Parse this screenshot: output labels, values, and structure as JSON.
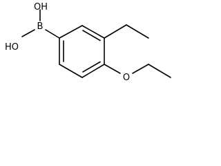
{
  "molecule": {
    "atoms": {
      "oh_top": "OH",
      "oh_bottom": "HO",
      "boron": "B",
      "oxygen": "O"
    }
  },
  "colors": {
    "bond": "#000000",
    "background": "#ffffff"
  }
}
